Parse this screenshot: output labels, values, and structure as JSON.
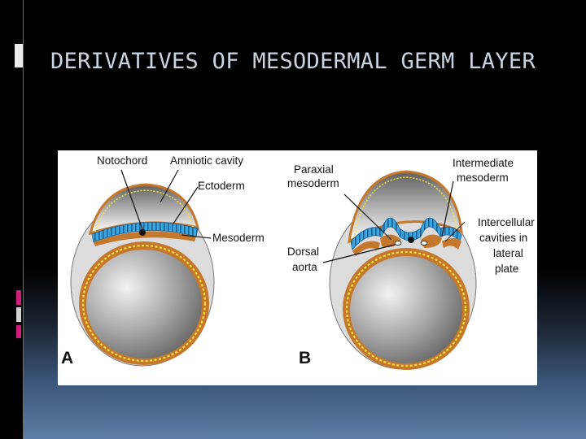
{
  "slide": {
    "title": "DERIVATIVES OF MESODERMAL GERM LAYER"
  },
  "figure": {
    "panel_a": {
      "letter": "A",
      "labels": {
        "notochord": "Notochord",
        "amniotic_cavity": "Amniotic cavity",
        "ectoderm": "Ectoderm",
        "mesoderm": "Mesoderm"
      }
    },
    "panel_b": {
      "letter": "B",
      "labels": {
        "paraxial_1": "Paraxial",
        "paraxial_2": "mesoderm",
        "intermediate_1": "Intermediate",
        "intermediate_2": "mesoderm",
        "dorsal_1": "Dorsal",
        "dorsal_2": "aorta",
        "intercellular_1": "Intercellular",
        "intercellular_2": "cavities in",
        "intercellular_3": "lateral",
        "intercellular_4": "plate"
      }
    }
  },
  "colors": {
    "ectoderm": "#3c9fd8",
    "mesoderm": "#c5782c",
    "endoderm_dots": "#f5e23c",
    "yolk_sac": "#a0a0a0",
    "title_text": "#c9d4e3",
    "accent_pink": "#d01d7a"
  }
}
